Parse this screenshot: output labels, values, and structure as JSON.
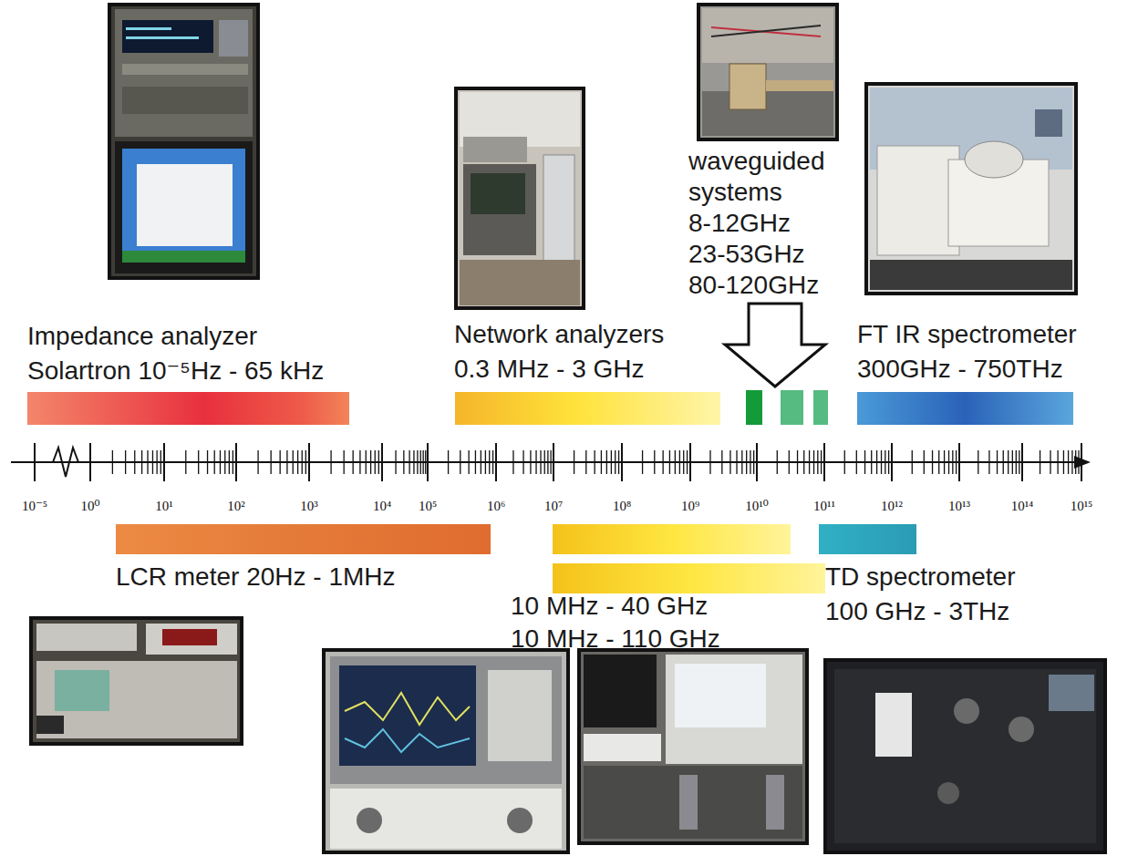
{
  "diagram": {
    "nodes": [
      {
        "text": [
          "Impedance analyzer",
          "Solartron 10⁻⁵Hz - 65 kHz"
        ]
      },
      {
        "text": [
          "Network analyzers",
          "0.3 MHz - 3 GHz"
        ]
      },
      {
        "text": [
          "waveguided systems",
          "8-12GHz",
          "23-53GHz",
          "80-120GHz"
        ]
      },
      {
        "text": [
          "FT IR spectrometer",
          "300GHz - 750THz"
        ]
      },
      {
        "text": [
          "LCR meter 20Hz - 1MHz"
        ]
      },
      {
        "text": [
          "10 MHz - 40 GHz"
        ]
      },
      {
        "text": [
          "10 MHz - 110 GHz"
        ]
      },
      {
        "text": [
          "TD spectrometer",
          "100 GHz - 3THz"
        ]
      }
    ],
    "edges": [],
    "labels": [
      "10⁻⁵",
      "10⁰",
      "10¹",
      "10²",
      "10³",
      "10⁴",
      "10⁵",
      "10⁶",
      "10⁷",
      "10⁸",
      "10⁹",
      "10¹⁰",
      "10¹¹",
      "10¹²",
      "10¹³",
      "10¹⁴",
      "10¹⁵"
    ]
  }
}
